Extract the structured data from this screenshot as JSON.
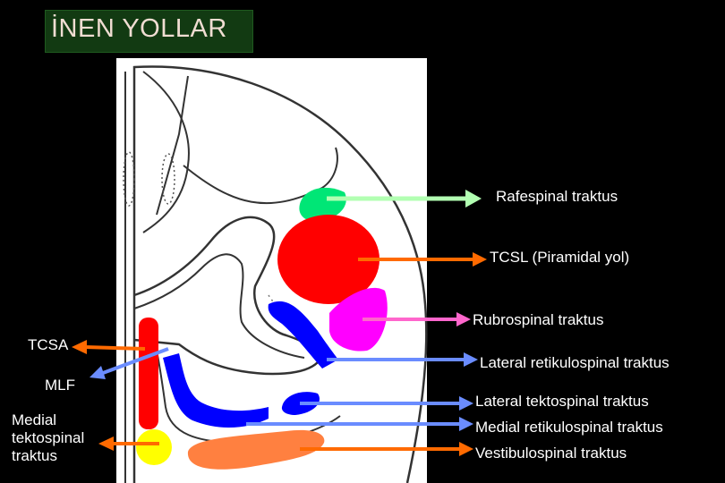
{
  "title": "İNEN YOLLAR",
  "colors": {
    "background": "#000000",
    "title_box": "#123a12",
    "title_text": "#f0ddd2",
    "rafespinal": "#00e676",
    "tcsl": "#ff0000",
    "rubrospinal": "#ff00ff",
    "reticulospinal": "#0000ff",
    "tcsa": "#ff0000",
    "medial_tektospinal": "#ffff00",
    "vestibulospinal": "#ff8040",
    "arrow_green": "#b2ffb2",
    "arrow_orange": "#ff6a00",
    "arrow_pink": "#ff66cc",
    "arrow_blue": "#6a8cff"
  },
  "labels": {
    "rafespinal": "Rafespinal traktus",
    "tcsl": "TCSL (Piramidal yol)",
    "rubrospinal": "Rubrospinal traktus",
    "lateral_retikulospinal": "Lateral retikulospinal traktus",
    "lateral_tektospinal": "Lateral tektospinal traktus",
    "medial_retikulospinal": "Medial retikulospinal traktus",
    "vestibulospinal": "Vestibulospinal traktus",
    "tcsa": "TCSA",
    "mlf": "MLF",
    "medial_tektospinal": "Medial tektospinal traktus"
  }
}
